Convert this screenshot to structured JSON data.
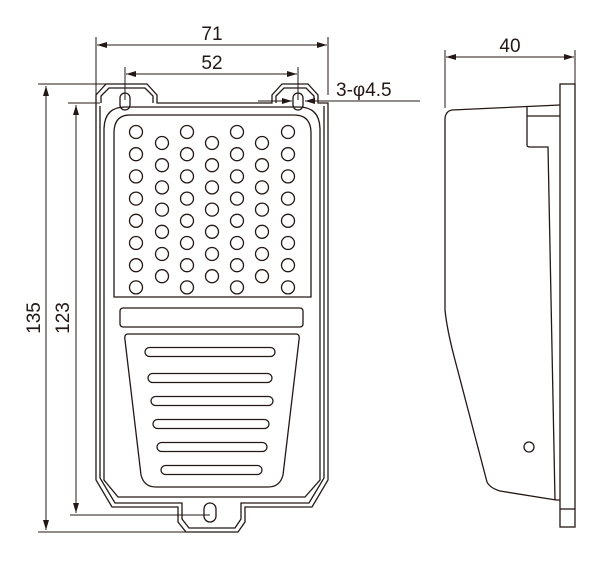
{
  "dimensions": {
    "overall_width": "71",
    "hole_spacing": "52",
    "holes": "3-φ4.5",
    "depth": "40",
    "overall_height": "135",
    "inner_height": "123"
  },
  "colors": {
    "line": "#231815",
    "background": "#ffffff"
  }
}
